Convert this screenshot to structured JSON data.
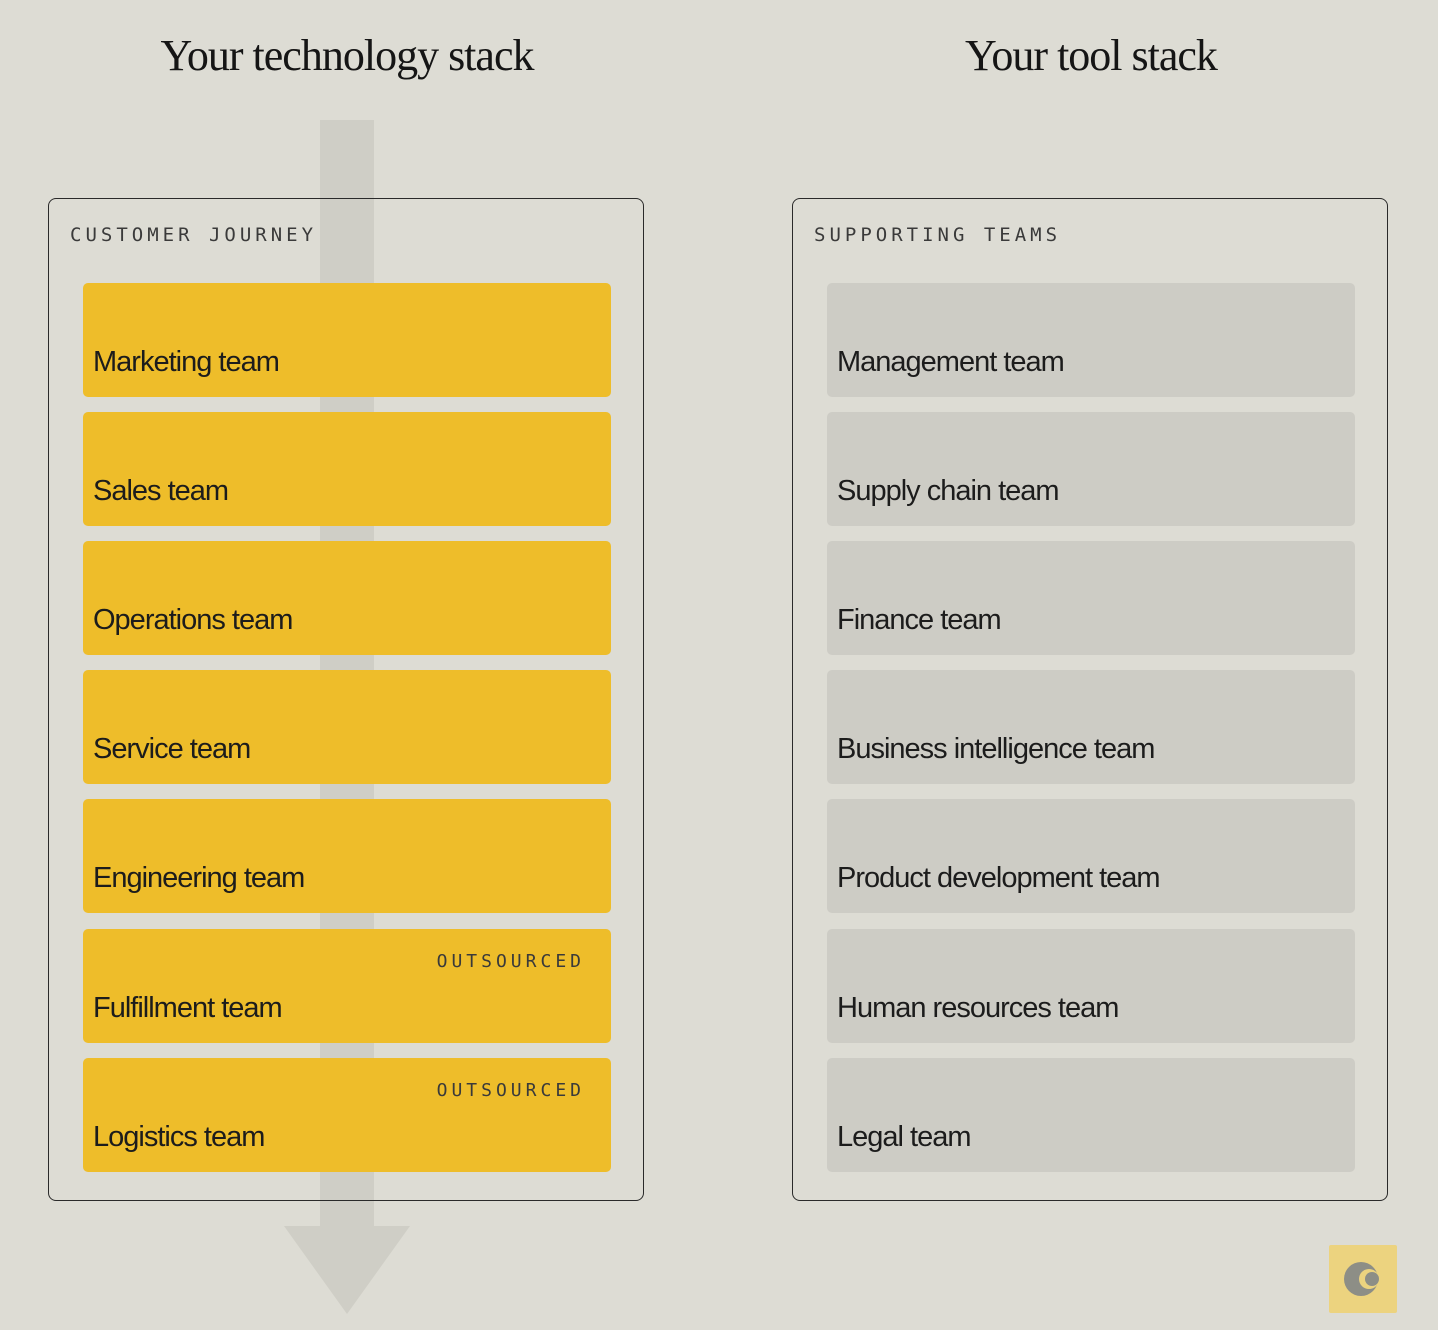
{
  "headings": {
    "left": "Your technology stack",
    "right": "Your tool stack"
  },
  "customer_journey": {
    "label": "CUSTOMER JOURNEY",
    "cards": [
      {
        "title": "Marketing team",
        "tag": ""
      },
      {
        "title": "Sales team",
        "tag": ""
      },
      {
        "title": "Operations team",
        "tag": ""
      },
      {
        "title": "Service team",
        "tag": ""
      },
      {
        "title": "Engineering team",
        "tag": ""
      },
      {
        "title": "Fulfillment team",
        "tag": "OUTSOURCED"
      },
      {
        "title": "Logistics team",
        "tag": "OUTSOURCED"
      }
    ]
  },
  "supporting_teams": {
    "label": "SUPPORTING TEAMS",
    "cards": [
      {
        "title": "Management team"
      },
      {
        "title": "Supply chain team"
      },
      {
        "title": "Finance team"
      },
      {
        "title": "Business intelligence team"
      },
      {
        "title": "Product development team"
      },
      {
        "title": "Human resources team"
      },
      {
        "title": "Legal team"
      }
    ]
  },
  "colors": {
    "background": "#dddcd4",
    "journey_card": "#eebd2a",
    "support_card": "#cdccc5",
    "arrow": "#cfcec6",
    "logo_tile": "#ecd37f"
  },
  "icons": {
    "flow_arrow": "down-arrow-icon",
    "brand_logo": "brand-logo-icon"
  }
}
